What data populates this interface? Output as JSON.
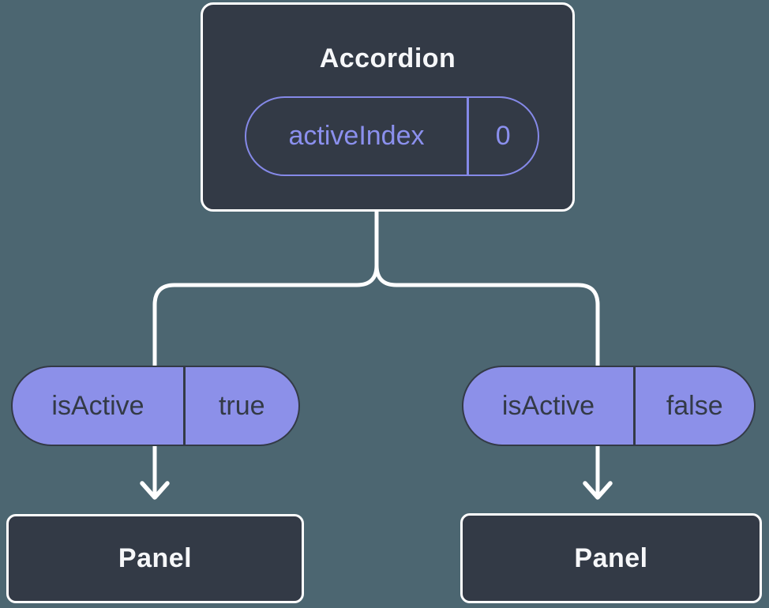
{
  "diagram": {
    "root": {
      "title": "Accordion",
      "state_pill": {
        "key": "activeIndex",
        "value": "0"
      }
    },
    "children": [
      {
        "pill": {
          "key": "isActive",
          "value": "true"
        },
        "node": {
          "title": "Panel"
        }
      },
      {
        "pill": {
          "key": "isActive",
          "value": "false"
        },
        "node": {
          "title": "Panel"
        }
      }
    ]
  },
  "colors": {
    "background": "#4c6671",
    "node_fill": "#333a46",
    "node_border": "#ffffff",
    "node_text": "#f6f7f9",
    "pill_fill": "#8c90e9",
    "pill_outline": "#333a46",
    "pill_text_dark": "#333a46",
    "state_pill_border": "#8589e8",
    "state_pill_text": "#8b90ee",
    "connector": "#ffffff"
  }
}
